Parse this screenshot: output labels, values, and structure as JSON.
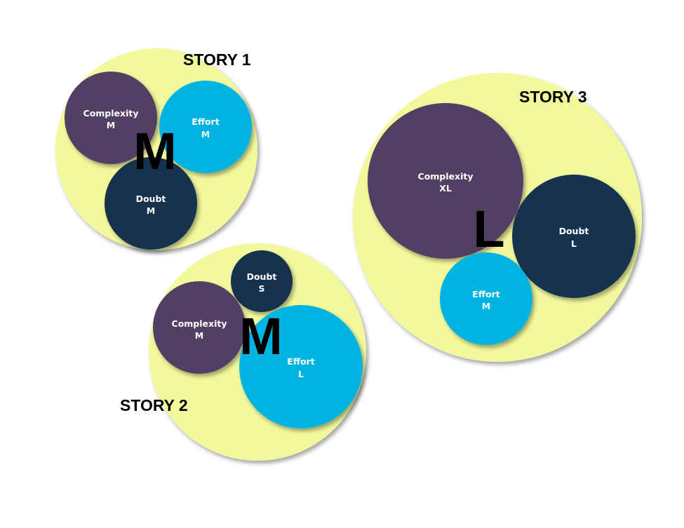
{
  "stories": [
    {
      "title": "STORY 1",
      "size": "M",
      "factors": [
        {
          "name": "Complexity",
          "size": "M"
        },
        {
          "name": "Effort",
          "size": "M"
        },
        {
          "name": "Doubt",
          "size": "M"
        }
      ]
    },
    {
      "title": "STORY 2",
      "size": "M",
      "factors": [
        {
          "name": "Doubt",
          "size": "S"
        },
        {
          "name": "Complexity",
          "size": "M"
        },
        {
          "name": "Effort",
          "size": "L"
        }
      ]
    },
    {
      "title": "STORY 3",
      "size": "L",
      "factors": [
        {
          "name": "Complexity",
          "size": "XL"
        },
        {
          "name": "Doubt",
          "size": "L"
        },
        {
          "name": "Effort",
          "size": "M"
        }
      ]
    }
  ],
  "colors": {
    "story_background": "#f2f99c",
    "complexity": "#514164",
    "effort": "#00b4e2",
    "doubt": "#14304f",
    "label_text": "#ffffff",
    "title_text": "#000000"
  }
}
